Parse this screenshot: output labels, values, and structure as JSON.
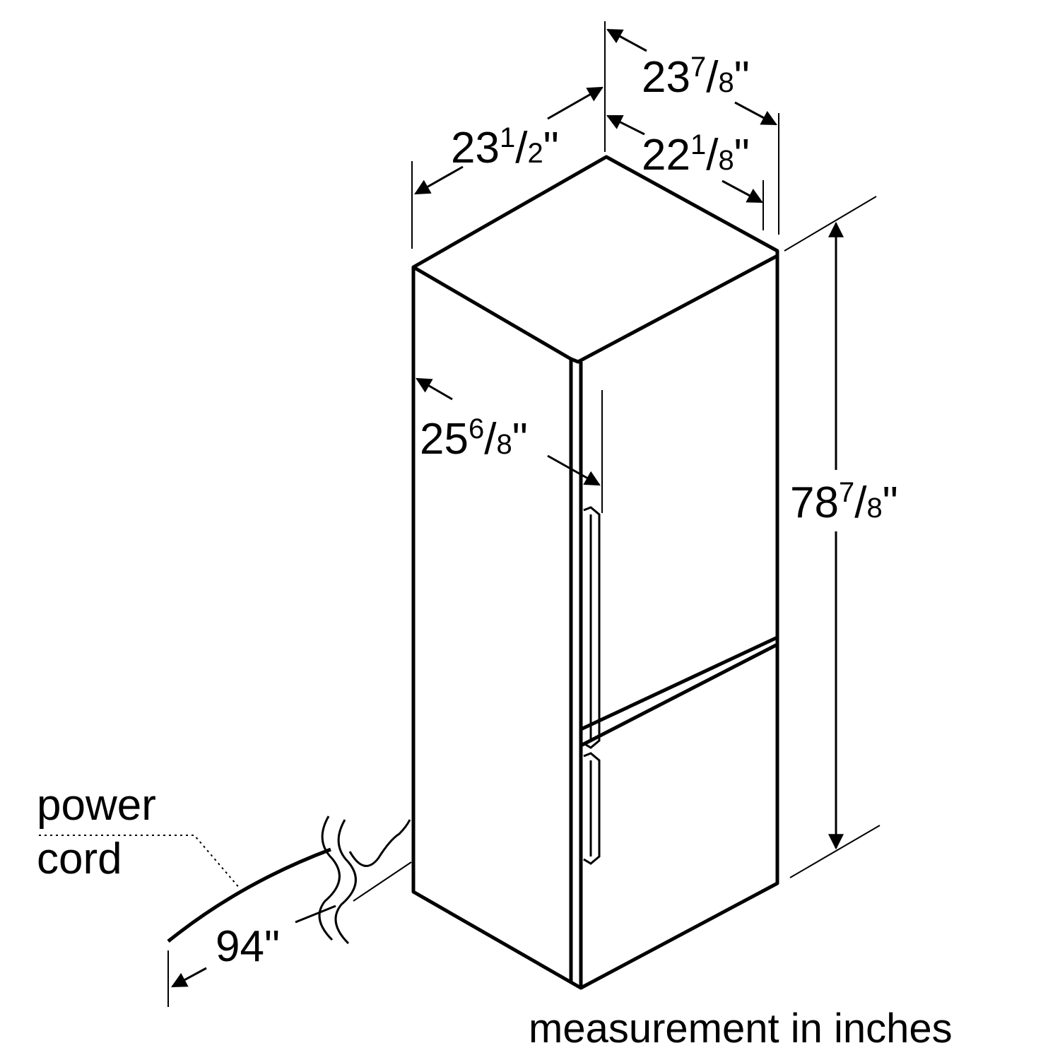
{
  "dimensions": {
    "top_depth": {
      "whole": "23",
      "num": "7",
      "den": "8",
      "unit": "\""
    },
    "top_width": {
      "whole": "23",
      "num": "1",
      "den": "2",
      "unit": "\""
    },
    "body_depth": {
      "whole": "22",
      "num": "1",
      "den": "8",
      "unit": "\""
    },
    "door_open_depth": {
      "whole": "25",
      "num": "6",
      "den": "8",
      "unit": "\""
    },
    "height": {
      "whole": "78",
      "num": "7",
      "den": "8",
      "unit": "\""
    },
    "cord_length": {
      "value": "94\""
    }
  },
  "labels": {
    "power": "power",
    "cord": "cord",
    "caption": "measurement in inches"
  }
}
